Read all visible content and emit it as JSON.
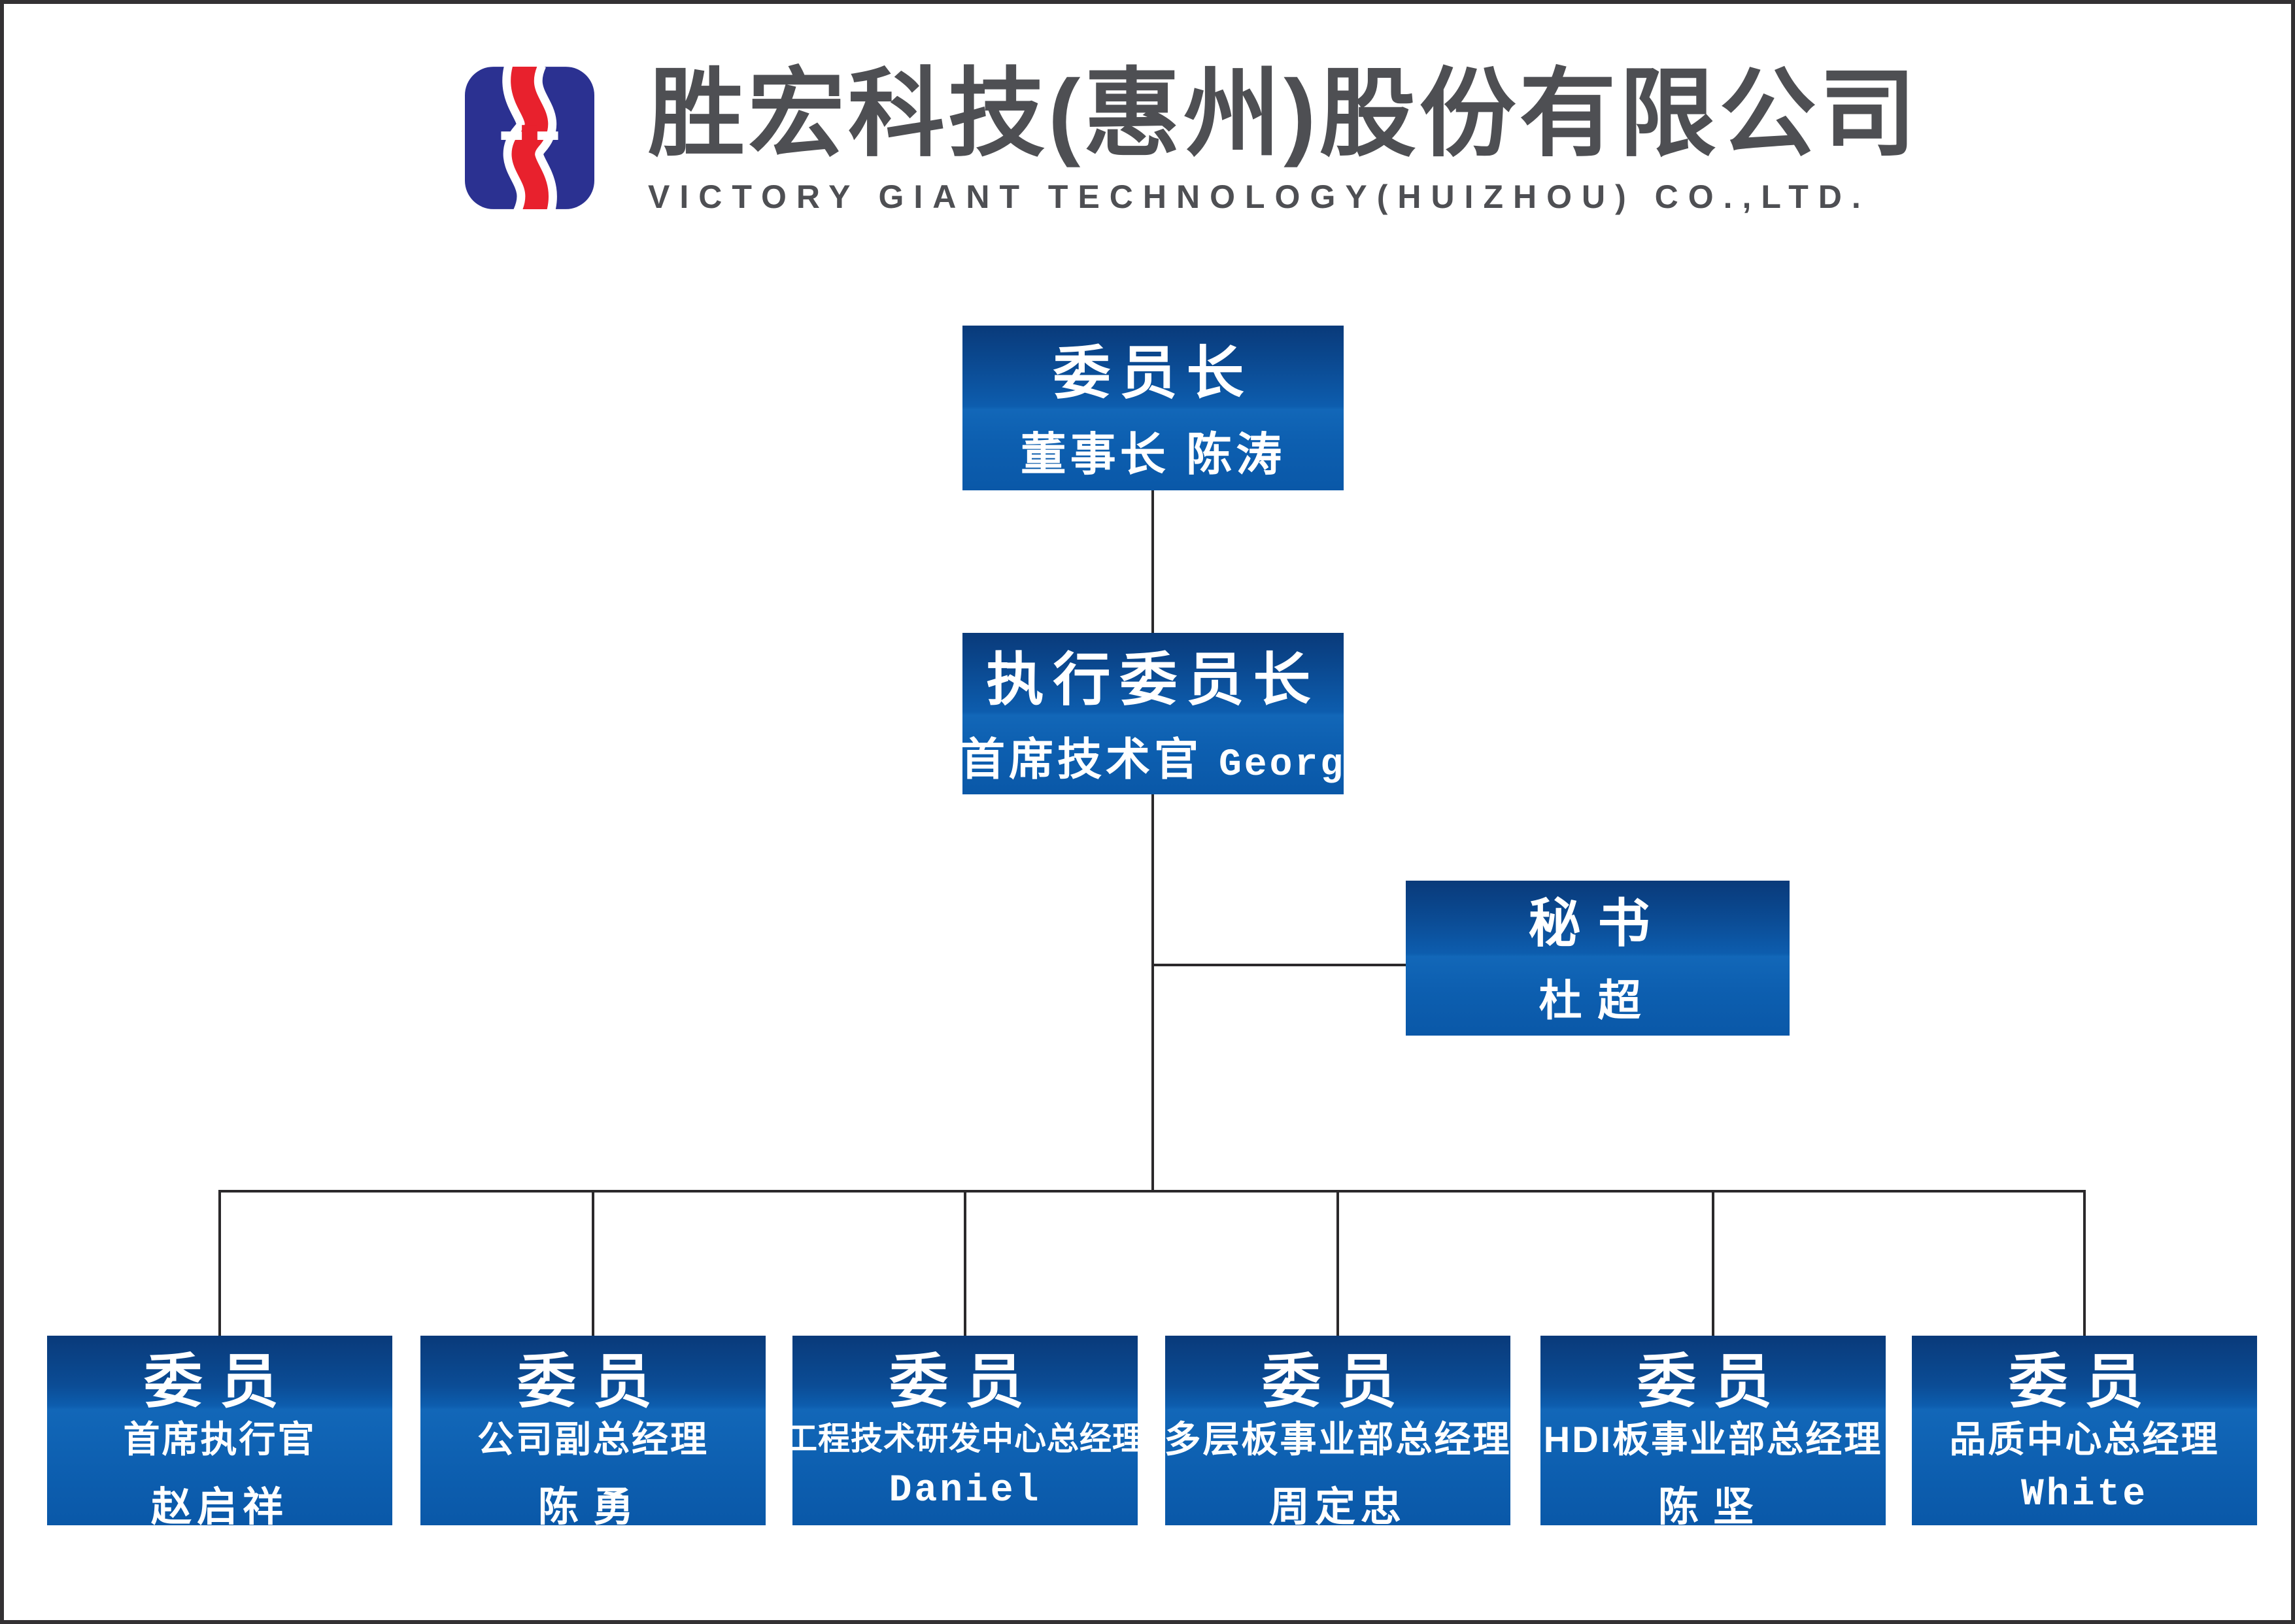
{
  "header": {
    "company_name_zh": "胜宏科技(惠州)股份有限公司",
    "company_name_en": "VICTORY GIANT TECHNOLOGY(HUIZHOU) CO.,LTD.",
    "logo_icon": "s-curve-logo-icon"
  },
  "colors": {
    "box_gradient_top": "#093a7a",
    "box_gradient_mid": "#0d5dae",
    "box_gradient_bottom": "#0a58a8",
    "connector_line": "#2b292b",
    "title_text": "#4e4f53",
    "logo_blue": "#2b3191",
    "logo_red": "#e8212d",
    "frame_border": "#333133"
  },
  "org": {
    "chairman": {
      "title": "委员长",
      "role": "董事长",
      "name": "陈涛"
    },
    "exec_chairman": {
      "title": "执行委员长",
      "role": "首席技术官",
      "name": "Georg"
    },
    "secretary": {
      "title": "秘书",
      "name": "杜超"
    },
    "members": [
      {
        "title": "委员",
        "role": "首席执行官",
        "name": "赵启祥"
      },
      {
        "title": "委员",
        "role": "公司副总经理",
        "name": "陈勇"
      },
      {
        "title": "委员",
        "role": "工程技术研发中心总经理",
        "name": "Daniel"
      },
      {
        "title": "委员",
        "role": "多层板事业部总经理",
        "name": "周定忠"
      },
      {
        "title": "委员",
        "role": "HDI板事业部总经理",
        "name": "陈坚"
      },
      {
        "title": "委员",
        "role": "品质中心总经理",
        "name": "White"
      }
    ]
  }
}
